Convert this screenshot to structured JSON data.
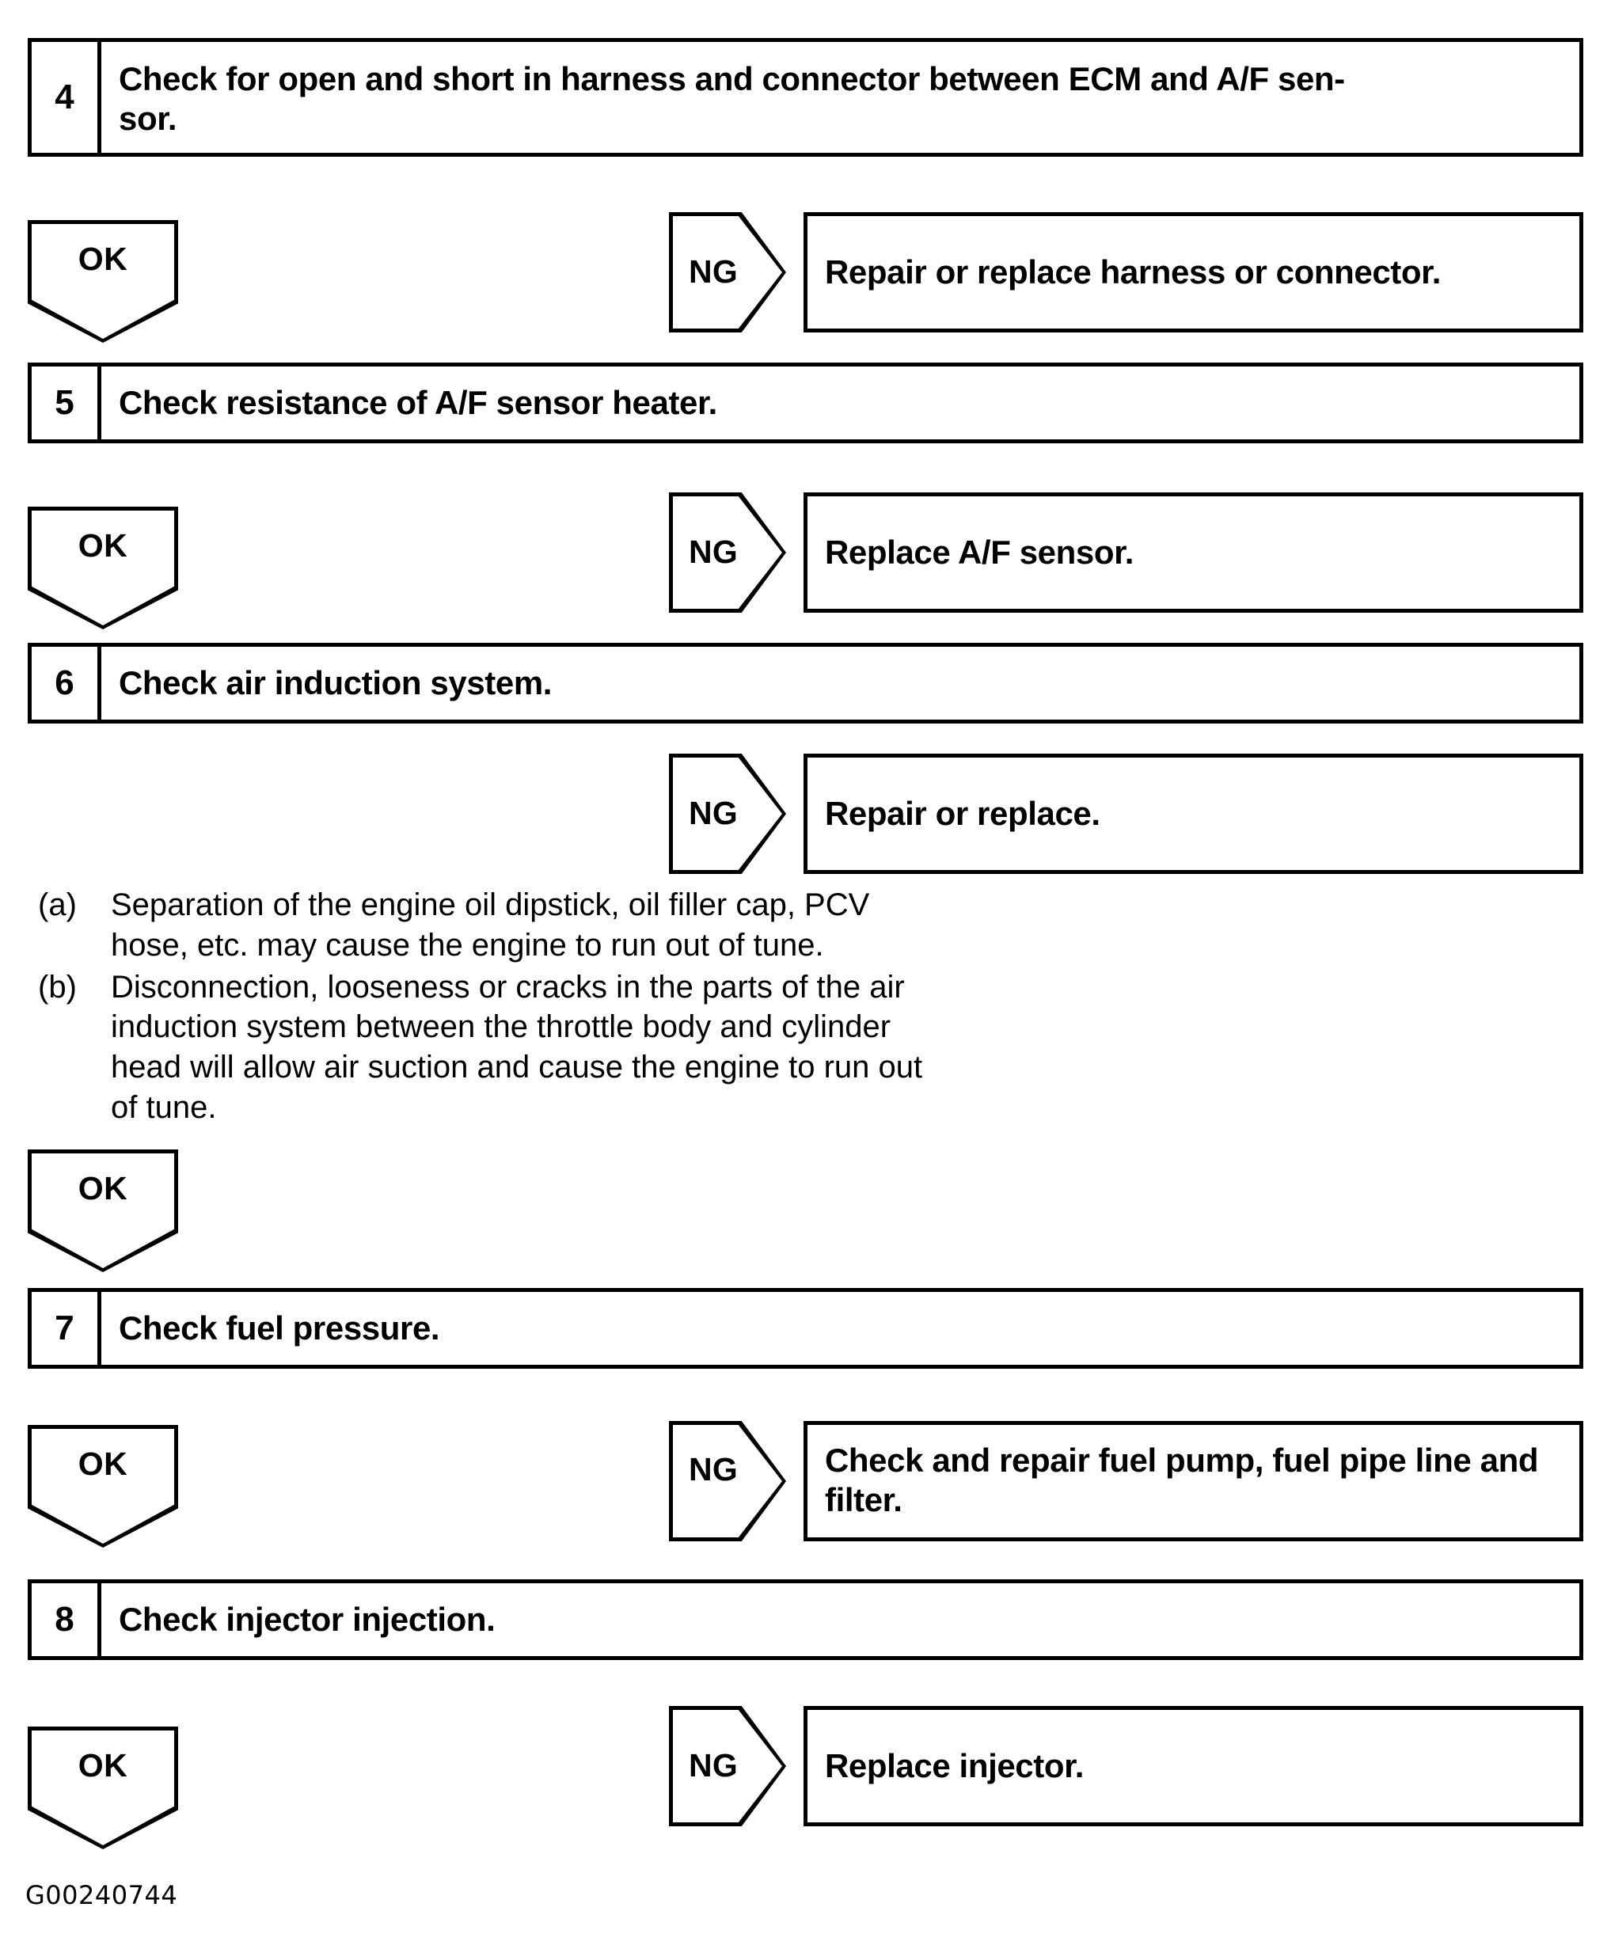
{
  "document": {
    "code": "G00240744"
  },
  "flow": {
    "steps": [
      {
        "number": "4",
        "text": "Check for open and short in harness and connector between ECM and A/F sen-sor.",
        "line1": "Check for open and short in harness and connector between ECM and A/F sen-",
        "line2": "sor."
      },
      {
        "number": "5",
        "text": "Check resistance of A/F sensor heater."
      },
      {
        "number": "6",
        "text": "Check air induction system."
      },
      {
        "number": "7",
        "text": "Check fuel pressure."
      },
      {
        "number": "8",
        "text": "Check injector injection."
      }
    ],
    "ok_label": "OK",
    "ng_label": "NG",
    "ng_branches": [
      {
        "label": "NG",
        "action": "Repair or replace harness or connector."
      },
      {
        "label": "NG",
        "action": "Replace A/F sensor."
      },
      {
        "label": "NG",
        "action": "Repair or replace."
      },
      {
        "label": "NG",
        "action": "Check and repair fuel pump, fuel pipe line and filter.",
        "line1": "Check and repair fuel pump, fuel pipe line and",
        "line2": "filter."
      },
      {
        "label": "NG",
        "action": "Replace injector."
      }
    ]
  },
  "notes": [
    {
      "marker": "(a)",
      "text": "Separation of the engine oil dipstick, oil filler cap, PCV hose, etc. may cause the engine to run out of tune.",
      "lines": [
        "Separation of the engine oil dipstick, oil filler cap, PCV",
        "hose, etc. may cause the engine to run out of tune."
      ]
    },
    {
      "marker": "(b)",
      "text": "Disconnection, looseness or cracks in the parts of the air induction system between the throttle body and cylinder head will allow air suction and cause the engine to run out of tune.",
      "lines": [
        "Disconnection, looseness or cracks in the parts of the air",
        "induction system between the throttle body and cylinder",
        "head will allow air suction and cause the engine to run out",
        "of tune."
      ]
    }
  ]
}
